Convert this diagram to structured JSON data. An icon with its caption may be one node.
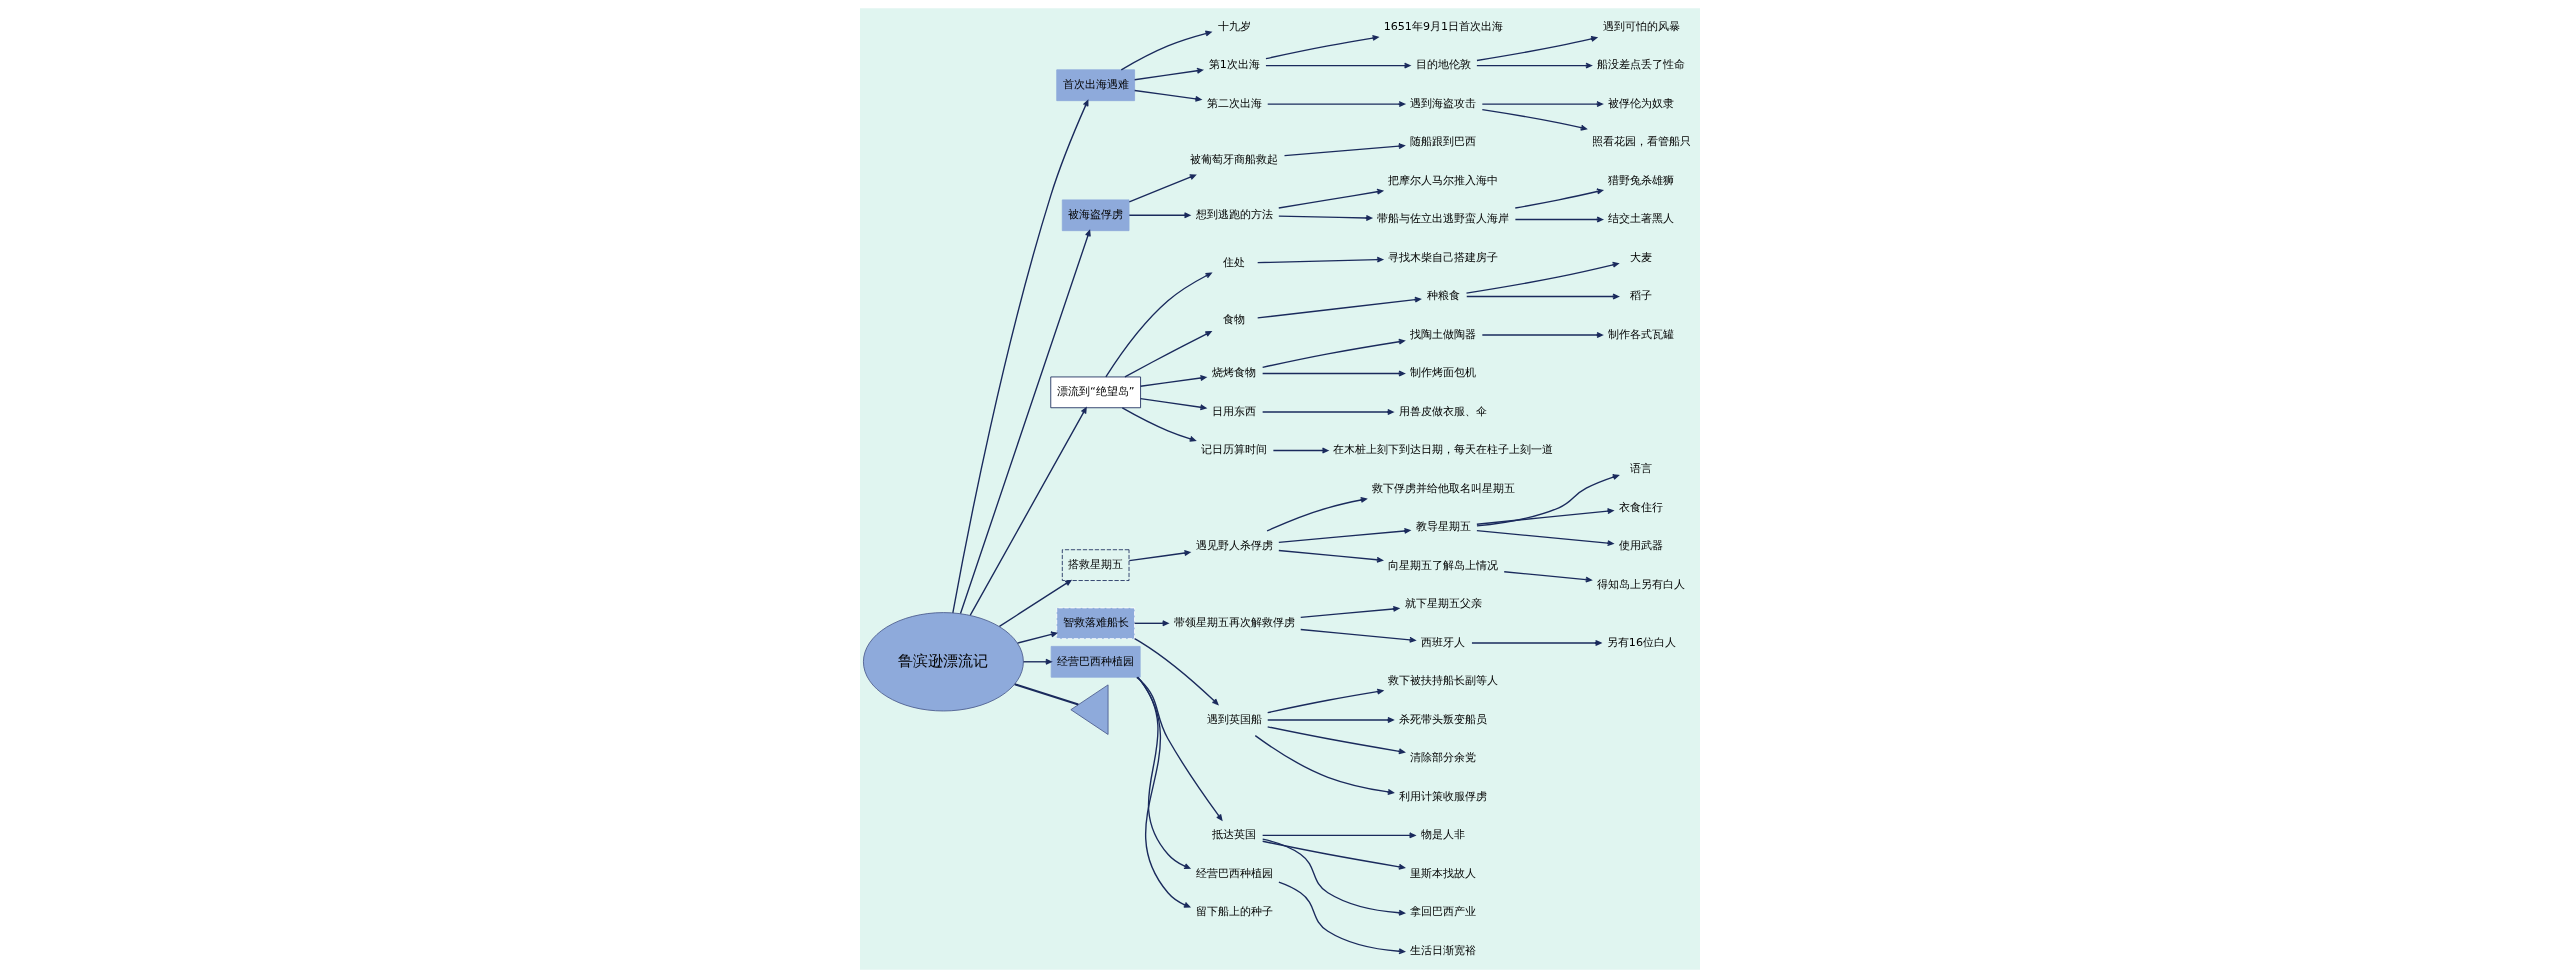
{
  "diagram": {
    "nodes": [
      {
        "text": [
          "鲁滨逊漂流记"
        ]
      },
      {
        "text": [
          "首次出海遇难"
        ]
      },
      {
        "text": [
          "十九岁"
        ]
      },
      {
        "text": [
          "第1次出海"
        ]
      },
      {
        "text": [
          "1651年9月1日首次出海"
        ]
      },
      {
        "text": [
          "目的地伦敦"
        ]
      },
      {
        "text": [
          "遇到可怕的风暴"
        ]
      },
      {
        "text": [
          "船没差点丢了性命"
        ]
      },
      {
        "text": [
          "第二次出海"
        ]
      },
      {
        "text": [
          "遇到海盗攻击"
        ]
      },
      {
        "text": [
          "被俘伦为奴隶"
        ]
      },
      {
        "text": [
          "照看花园，看管船只"
        ]
      },
      {
        "text": [
          "被海盗俘虏"
        ]
      },
      {
        "text": [
          "被葡萄牙商船救起"
        ]
      },
      {
        "text": [
          "随船跟到巴西"
        ]
      },
      {
        "text": [
          "想到逃跑的方法"
        ]
      },
      {
        "text": [
          "把摩尔人马尔推入海中"
        ]
      },
      {
        "text": [
          "带船与佐立出逃野蛮人海岸"
        ]
      },
      {
        "text": [
          "猎野兔杀雄狮"
        ]
      },
      {
        "text": [
          "结交土著黑人"
        ]
      },
      {
        "text": [
          "漂流到“绝望岛”"
        ]
      },
      {
        "text": [
          "住处"
        ]
      },
      {
        "text": [
          "寻找木柴自己搭建房子"
        ]
      },
      {
        "text": [
          "食物"
        ]
      },
      {
        "text": [
          "种粮食"
        ]
      },
      {
        "text": [
          "大麦"
        ]
      },
      {
        "text": [
          "稻子"
        ]
      },
      {
        "text": [
          "烧烤食物"
        ]
      },
      {
        "text": [
          "找陶土做陶器"
        ]
      },
      {
        "text": [
          "制作各式瓦罐"
        ]
      },
      {
        "text": [
          "制作烤面包机"
        ]
      },
      {
        "text": [
          "日用东西"
        ]
      },
      {
        "text": [
          "用兽皮做衣服、伞"
        ]
      },
      {
        "text": [
          "记日历算时间"
        ]
      },
      {
        "text": [
          "在木桩上刻下到达日期，每天在柱子上刻一道"
        ]
      },
      {
        "text": [
          "搭救星期五"
        ]
      },
      {
        "text": [
          "遇见野人杀俘虏"
        ]
      },
      {
        "text": [
          "救下俘虏并给他取名叫星期五"
        ]
      },
      {
        "text": [
          "教导星期五"
        ]
      },
      {
        "text": [
          "语言"
        ]
      },
      {
        "text": [
          "衣食住行"
        ]
      },
      {
        "text": [
          "使用武器"
        ]
      },
      {
        "text": [
          "向星期五了解岛上情况"
        ]
      },
      {
        "text": [
          "得知岛上另有白人"
        ]
      },
      {
        "text": [
          "智救落难船长"
        ]
      },
      {
        "text": [
          "带领星期五再次解救俘虏"
        ]
      },
      {
        "text": [
          "就下星期五父亲"
        ]
      },
      {
        "text": [
          "西班牙人"
        ]
      },
      {
        "text": [
          "另有16位白人"
        ]
      },
      {
        "text": [
          "遇到英国船"
        ]
      },
      {
        "text": [
          "救下被扶持船长副等人"
        ]
      },
      {
        "text": [
          "杀死带头叛变船员"
        ]
      },
      {
        "text": [
          "清除部分余党"
        ]
      },
      {
        "text": [
          "利用计策收服俘虏"
        ]
      },
      {
        "text": [
          "经营巴西种植园"
        ]
      },
      {
        "text": [
          "抵达英国"
        ]
      },
      {
        "text": [
          "物是人非"
        ]
      },
      {
        "text": [
          "里斯本找故人"
        ]
      },
      {
        "text": [
          "拿回巴西产业"
        ]
      },
      {
        "text": [
          "经营巴西种植园"
        ]
      },
      {
        "text": [
          "生活日渐宽裕"
        ]
      },
      {
        "text": [
          "留下船上的种子"
        ]
      },
      {
        "text": [],
        "shape": "triangle"
      }
    ],
    "edges": [
      {
        "from": 0,
        "to": 62,
        "arrow": "none"
      },
      {
        "from": 0,
        "to": 1,
        "arrow": "to"
      },
      {
        "from": 1,
        "to": 2,
        "arrow": "to"
      },
      {
        "from": 1,
        "to": 3,
        "arrow": "to"
      },
      {
        "from": 3,
        "to": 4,
        "arrow": "to"
      },
      {
        "from": 3,
        "to": 5,
        "arrow": "to"
      },
      {
        "from": 5,
        "to": 6,
        "arrow": "to"
      },
      {
        "from": 5,
        "to": 7,
        "arrow": "to"
      },
      {
        "from": 1,
        "to": 8,
        "arrow": "to"
      },
      {
        "from": 8,
        "to": 9,
        "arrow": "to"
      },
      {
        "from": 9,
        "to": 10,
        "arrow": "to"
      },
      {
        "from": 9,
        "to": 11,
        "arrow": "to"
      },
      {
        "from": 0,
        "to": 12,
        "arrow": "to"
      },
      {
        "from": 12,
        "to": 13,
        "arrow": "to"
      },
      {
        "from": 13,
        "to": 14,
        "arrow": "to"
      },
      {
        "from": 12,
        "to": 15,
        "arrow": "to"
      },
      {
        "from": 15,
        "to": 16,
        "arrow": "to"
      },
      {
        "from": 15,
        "to": 17,
        "arrow": "to"
      },
      {
        "from": 17,
        "to": 18,
        "arrow": "to"
      },
      {
        "from": 17,
        "to": 19,
        "arrow": "to"
      },
      {
        "from": 0,
        "to": 20,
        "arrow": "to"
      },
      {
        "from": 20,
        "to": 21,
        "arrow": "to"
      },
      {
        "from": 21,
        "to": 22,
        "arrow": "to"
      },
      {
        "from": 20,
        "to": 23,
        "arrow": "to"
      },
      {
        "from": 23,
        "to": 24,
        "arrow": "to"
      },
      {
        "from": 24,
        "to": 25,
        "arrow": "to"
      },
      {
        "from": 24,
        "to": 26,
        "arrow": "to"
      },
      {
        "from": 20,
        "to": 27,
        "arrow": "to"
      },
      {
        "from": 27,
        "to": 28,
        "arrow": "to"
      },
      {
        "from": 28,
        "to": 29,
        "arrow": "to"
      },
      {
        "from": 27,
        "to": 30,
        "arrow": "to"
      },
      {
        "from": 20,
        "to": 31,
        "arrow": "to"
      },
      {
        "from": 31,
        "to": 32,
        "arrow": "to"
      },
      {
        "from": 20,
        "to": 33,
        "arrow": "to"
      },
      {
        "from": 33,
        "to": 34,
        "arrow": "to"
      },
      {
        "from": 0,
        "to": 35,
        "arrow": "to"
      },
      {
        "from": 35,
        "to": 36,
        "arrow": "to"
      },
      {
        "from": 36,
        "to": 37,
        "arrow": "to"
      },
      {
        "from": 36,
        "to": 38,
        "arrow": "to"
      },
      {
        "from": 38,
        "to": 39,
        "arrow": "to"
      },
      {
        "from": 38,
        "to": 40,
        "arrow": "to"
      },
      {
        "from": 38,
        "to": 41,
        "arrow": "to"
      },
      {
        "from": 36,
        "to": 42,
        "arrow": "to"
      },
      {
        "from": 42,
        "to": 43,
        "arrow": "to"
      },
      {
        "from": 0,
        "to": 44,
        "arrow": "to"
      },
      {
        "from": 44,
        "to": 45,
        "arrow": "to"
      },
      {
        "from": 45,
        "to": 46,
        "arrow": "to"
      },
      {
        "from": 45,
        "to": 47,
        "arrow": "to"
      },
      {
        "from": 47,
        "to": 48,
        "arrow": "to"
      },
      {
        "from": 44,
        "to": 49,
        "arrow": "to"
      },
      {
        "from": 49,
        "to": 50,
        "arrow": "to"
      },
      {
        "from": 49,
        "to": 51,
        "arrow": "to"
      },
      {
        "from": 49,
        "to": 52,
        "arrow": "to"
      },
      {
        "from": 49,
        "to": 53,
        "arrow": "to"
      },
      {
        "from": 0,
        "to": 54,
        "arrow": "to"
      },
      {
        "from": 54,
        "to": 55,
        "arrow": "to"
      },
      {
        "from": 55,
        "to": 56,
        "arrow": "to"
      },
      {
        "from": 55,
        "to": 57,
        "arrow": "to"
      },
      {
        "from": 55,
        "to": 58,
        "arrow": "to"
      },
      {
        "from": 54,
        "to": 59,
        "arrow": "to"
      },
      {
        "from": 59,
        "to": 60,
        "arrow": "to"
      },
      {
        "from": 54,
        "to": 61,
        "arrow": "to"
      }
    ]
  }
}
